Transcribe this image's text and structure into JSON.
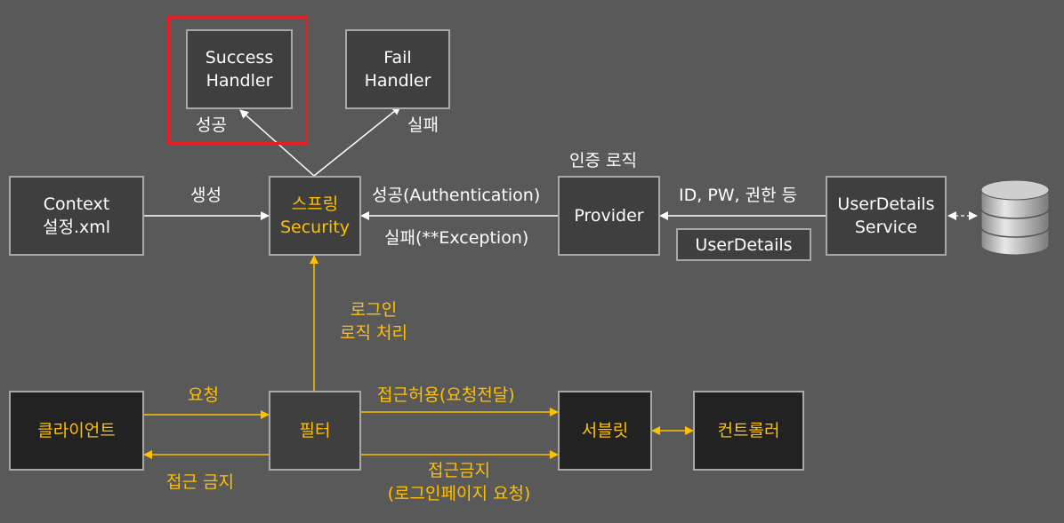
{
  "nodes": {
    "success_handler": "Success\nHandler",
    "fail_handler": "Fail\nHandler",
    "context": "Context\n설정.xml",
    "spring_security": "스프링\nSecurity",
    "provider": "Provider",
    "userdetails": "UserDetails",
    "userdetails_service": "UserDetails\nService",
    "client": "클라이언트",
    "filter": "필터",
    "servlet": "서블릿",
    "controller": "컨트롤러"
  },
  "labels": {
    "success": "성공",
    "fail": "실패",
    "auth_logic": "인증 로직",
    "create": "생성",
    "success_auth": "성공(Authentication)",
    "fail_exception": "실패(**Exception)",
    "id_pw": "ID, PW, 권한 등",
    "login_logic": "로그인\n로직 처리",
    "request": "요청",
    "access_denied": "접근 금지",
    "access_allowed": "접근허용(요청전달)",
    "access_blocked": "접근금지\n(로그인페이지 요청)"
  },
  "icons": {
    "database": "database-icon"
  },
  "colors": {
    "background": "#595959",
    "accent": "#ffc000",
    "highlight": "#e81e25",
    "line_white": "#ffffff"
  }
}
